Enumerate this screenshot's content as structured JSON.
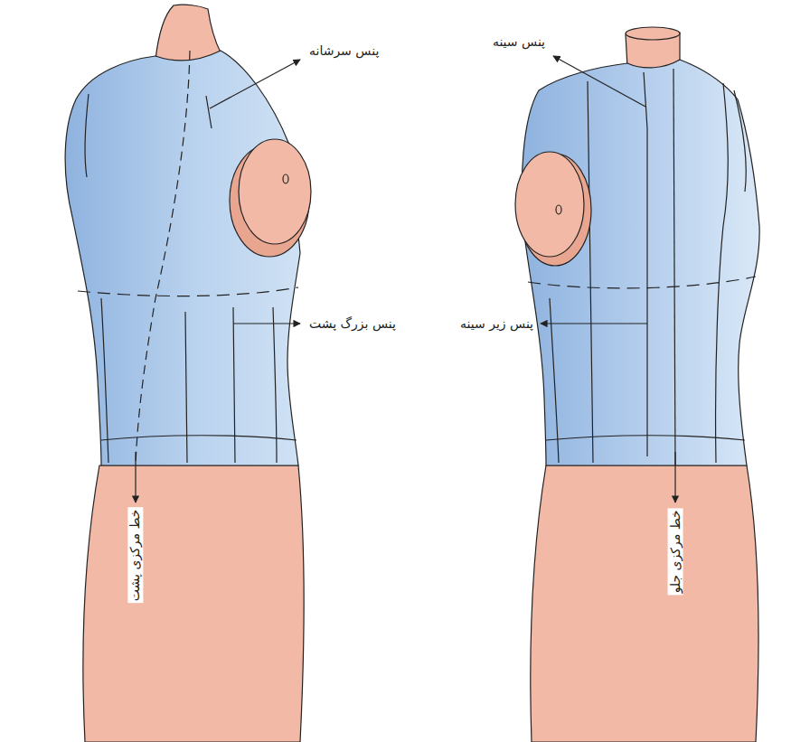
{
  "diagram": {
    "labels": [
      "پنس سرشانه",
      "پنس بزرگ پشت",
      "خط مرکزی پشت",
      "پنس سینه",
      "پنس زیر سینه",
      "خط مرکزی جلو"
    ]
  }
}
